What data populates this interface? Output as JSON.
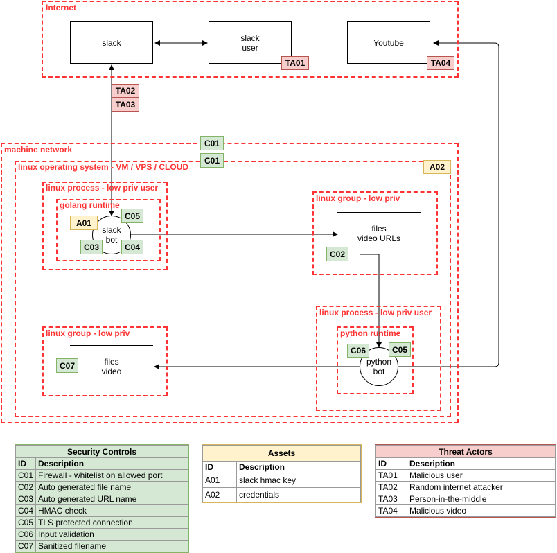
{
  "zones": {
    "internet": "Internet",
    "machine_network": "machine network",
    "linux_os": "linux operating system - VM / VPS / CLOUD",
    "proc_golang": "linux process - low priv user",
    "golang_runtime": "golang runtime",
    "group_files_urls": "linux group - low priv",
    "proc_python": "linux process - low priv user",
    "python_runtime": "python runtime",
    "group_files_video": "linux group - low priv"
  },
  "nodes": {
    "slack": "slack",
    "slack_user": "slack\nuser",
    "youtube": "Youtube",
    "slack_bot": "slack\nbot",
    "python_bot": "python\nbot",
    "store_urls": "files\nvideo URLs",
    "store_video": "files\nvideo"
  },
  "tags": {
    "ta01": "TA01",
    "ta04": "TA04",
    "ta02": "TA02",
    "ta03": "TA03",
    "c01_net": "C01",
    "c01_os": "C01",
    "a02": "A02",
    "a01": "A01",
    "c05_go": "C05",
    "c03": "C03",
    "c04": "C04",
    "c02": "C02",
    "c06": "C06",
    "c05_py": "C05",
    "c07": "C07"
  },
  "colors": {
    "zone": "#ff3333",
    "control": "#d5e8d4",
    "asset": "#fff2cc",
    "threat": "#f8cecc"
  },
  "legends": {
    "controls": {
      "title": "Security Controls",
      "headers": [
        "ID",
        "Description"
      ],
      "rows": [
        [
          "C01",
          "Firewall - whitelist on allowed port"
        ],
        [
          "C02",
          "Auto generated file name"
        ],
        [
          "C03",
          "Auto generated URL name"
        ],
        [
          "C04",
          "HMAC check"
        ],
        [
          "C05",
          "TLS protected connection"
        ],
        [
          "C06",
          "Input validation"
        ],
        [
          "C07",
          "Sanitized filename"
        ]
      ]
    },
    "assets": {
      "title": "Assets",
      "headers": [
        "ID",
        "Description"
      ],
      "rows": [
        [
          "A01",
          "slack hmac key"
        ],
        [
          "A02",
          "credentials"
        ]
      ]
    },
    "threats": {
      "title": "Threat Actors",
      "headers": [
        "ID",
        "Description"
      ],
      "rows": [
        [
          "TA01",
          "Malicious user"
        ],
        [
          "TA02",
          "Random internet attacker"
        ],
        [
          "TA03",
          "Person-in-the-middle"
        ],
        [
          "TA04",
          "Malicious video"
        ]
      ]
    }
  }
}
